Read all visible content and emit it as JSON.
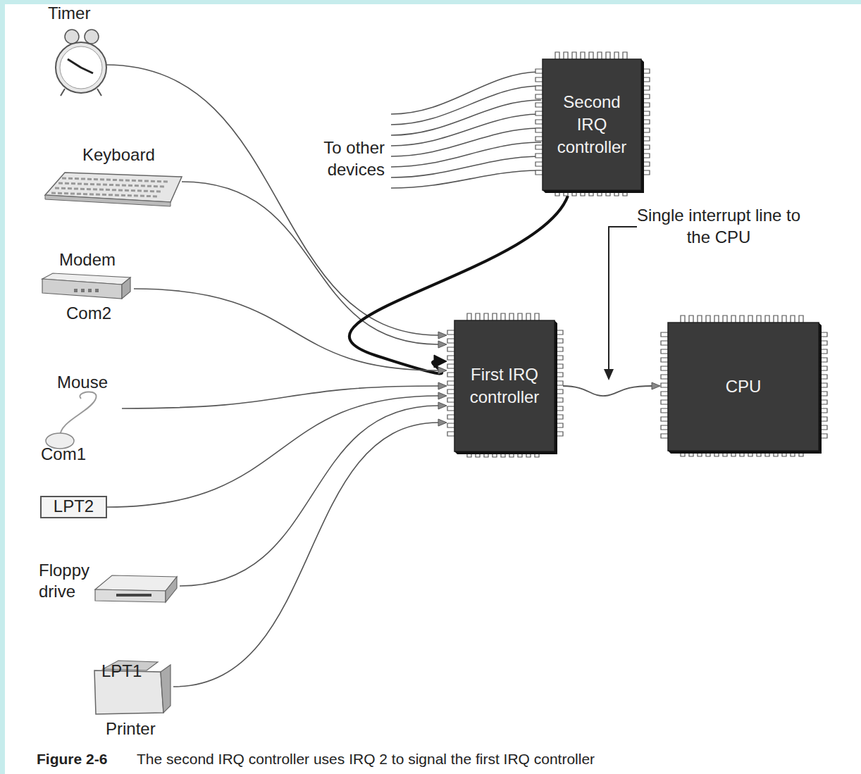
{
  "diagram": {
    "caption": "The second IRQ controller uses IRQ 2 to signal the first IRQ controller",
    "nodes": [
      {
        "text": [
          "Timer"
        ]
      },
      {
        "text": [
          "Second IRQ controller"
        ]
      },
      {
        "text": [
          "Keyboard"
        ]
      },
      {
        "text": [
          "Modem",
          "Com2"
        ]
      },
      {
        "text": [
          "First IRQ controller"
        ]
      },
      {
        "text": [
          "CPU"
        ]
      },
      {
        "text": [
          "Mouse",
          "Com1"
        ]
      },
      {
        "text": [
          "LPT2"
        ]
      },
      {
        "text": [
          "Floppy drive"
        ]
      },
      {
        "text": [
          "LPT1",
          "Printer"
        ]
      }
    ],
    "edges": [
      {
        "from": 0,
        "to": 4,
        "arrow": "to"
      },
      {
        "from": 2,
        "to": 4,
        "arrow": "to"
      },
      {
        "from": 1,
        "to": 4,
        "arrow": "to"
      },
      {
        "from": 3,
        "to": 4,
        "arrow": "to"
      },
      {
        "from": 6,
        "to": 4,
        "arrow": "to"
      },
      {
        "from": 7,
        "to": 4,
        "arrow": "to"
      },
      {
        "from": 8,
        "to": 4,
        "arrow": "to"
      },
      {
        "from": 9,
        "to": 4,
        "arrow": "to"
      },
      {
        "from": 4,
        "to": 5,
        "arrow": "to"
      }
    ],
    "labels": [
      "To other devices",
      "Single interrupt line to the CPU",
      "Figure 2-6"
    ]
  }
}
